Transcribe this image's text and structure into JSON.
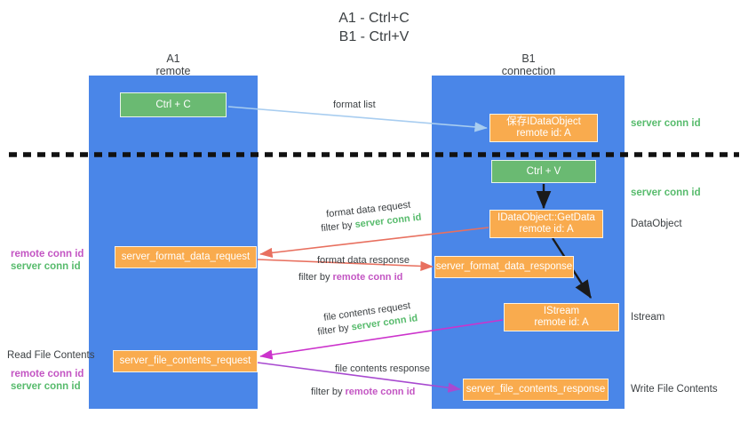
{
  "title": {
    "line1": "A1 - Ctrl+C",
    "line2": "B1 - Ctrl+V"
  },
  "lanes": [
    {
      "name": "A1",
      "sub": "remote"
    },
    {
      "name": "B1",
      "sub": "connection"
    }
  ],
  "nodes": {
    "ctrl_c": {
      "l1": "Ctrl + C",
      "l2": ""
    },
    "save_idataobject": {
      "l1": "保存IDataObject",
      "l2": "remote id: A"
    },
    "ctrl_v": {
      "l1": "Ctrl + V",
      "l2": ""
    },
    "getdata": {
      "l1": "IDataObject::GetData",
      "l2": "remote id: A"
    },
    "format_data_request": {
      "l1": "server_format_data_request",
      "l2": ""
    },
    "format_data_response": {
      "l1": "server_format_data_response",
      "l2": ""
    },
    "istream": {
      "l1": "IStream",
      "l2": "remote id: A"
    },
    "file_contents_request": {
      "l1": "server_file_contents_request",
      "l2": ""
    },
    "file_contents_response": {
      "l1": "server_file_contents_response",
      "l2": ""
    }
  },
  "edges": {
    "format_list": "format list",
    "format_data_request": "format data request",
    "format_data_response": "format data response",
    "file_contents_request": "file contents request",
    "file_contents_response": "file contents response",
    "filter_by": "filter by ",
    "server_conn_id": "server conn id",
    "remote_conn_id": "remote conn id"
  },
  "side_right": [
    {
      "text": "server conn id",
      "kind": "green"
    },
    {
      "text": "server conn id",
      "kind": "green"
    },
    {
      "text": "DataObject",
      "kind": "dark"
    },
    {
      "text": "Istream",
      "kind": "dark"
    },
    {
      "text": "Write File Contents",
      "kind": "dark"
    }
  ],
  "side_left": [
    {
      "text": "remote conn id",
      "kind": "purple"
    },
    {
      "text": "server conn id",
      "kind": "green"
    },
    {
      "text": "Read File Contents",
      "kind": "dark"
    },
    {
      "text": "remote conn id",
      "kind": "purple"
    },
    {
      "text": "server conn id",
      "kind": "green"
    }
  ],
  "colors": {
    "lane": "#4a86e8",
    "orange": "#f9ab4e",
    "green_box": "#6aba72",
    "green_text": "#57bb6c",
    "purple_text": "#c355c3",
    "arrow_blue": "#a8cdf0",
    "arrow_red": "#e8705f",
    "arrow_magenta": "#cc33cc",
    "arrow_purple": "#a84ad0",
    "arrow_black": "#1a1a1a",
    "divider": "#111111",
    "page_bg": "#ffffff"
  }
}
